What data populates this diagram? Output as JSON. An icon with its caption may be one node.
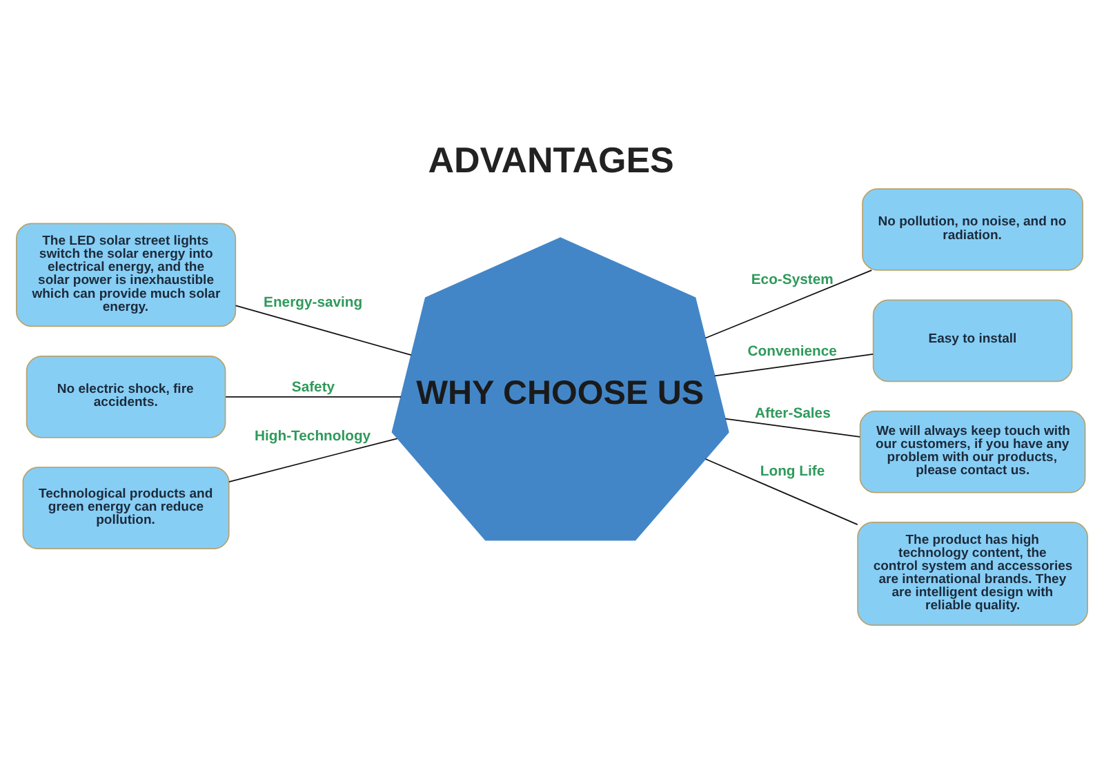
{
  "diagram": {
    "title": "ADVANTAGES",
    "nodes": [
      {
        "text": [
          "The LED solar street lights switch the solar energy into electrical energy, and the solar power is inexhaustible which can provide much solar energy."
        ]
      },
      {
        "text": [
          "No pollution, no noise, and no radiation."
        ]
      },
      {
        "text": [
          "WHY CHOOSE US"
        ]
      },
      {
        "text": [
          "No electric shock, fire accidents."
        ]
      },
      {
        "text": [
          "Easy to install"
        ]
      },
      {
        "text": [
          "Technological products and green energy can reduce pollution."
        ]
      },
      {
        "text": [
          "We will always keep touch with our customers, if you have any problem with our products, please contact us."
        ]
      },
      {
        "text": [
          "The product has high technology content, the control system and accessories are international brands. They are intelligent design with reliable quality."
        ]
      }
    ],
    "edges": [
      {
        "from": 0,
        "to": 2,
        "arrow": "none",
        "label": "Energy-saving"
      },
      {
        "from": 2,
        "to": 1,
        "arrow": "none",
        "label": "Eco-System"
      },
      {
        "from": 3,
        "to": 2,
        "arrow": "none",
        "label": "Safety"
      },
      {
        "from": 2,
        "to": 4,
        "arrow": "none",
        "label": "Convenience"
      },
      {
        "from": 5,
        "to": 2,
        "arrow": "none",
        "label": "High-Technology"
      },
      {
        "from": 2,
        "to": 6,
        "arrow": "none",
        "label": "After-Sales"
      },
      {
        "from": 2,
        "to": 7,
        "arrow": "none",
        "label": "Long Life"
      }
    ]
  }
}
